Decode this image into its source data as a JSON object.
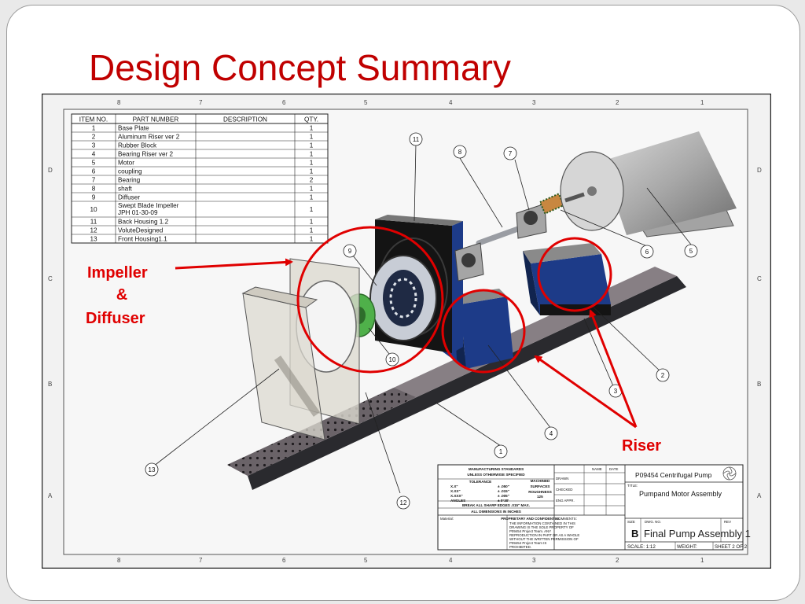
{
  "slide": {
    "title": "Design Concept Summary",
    "accent_color": "#c00000",
    "arrow_color": "#e00000"
  },
  "annotations": {
    "impeller_line1": "Impeller",
    "impeller_line2": "&",
    "impeller_line3": "Diffuser",
    "riser": "Riser"
  },
  "frame": {
    "top_zones": [
      "8",
      "7",
      "6",
      "5",
      "4",
      "3",
      "2",
      "1"
    ],
    "bottom_zones": [
      "8",
      "7",
      "6",
      "5",
      "4",
      "3",
      "2",
      "1"
    ],
    "left_zones": [
      "D",
      "C",
      "B",
      "A"
    ],
    "right_zones": [
      "D",
      "C",
      "B",
      "A"
    ]
  },
  "bom": {
    "headers": [
      "ITEM NO.",
      "PART NUMBER",
      "DESCRIPTION",
      "QTY."
    ],
    "rows": [
      {
        "item": "1",
        "part": "Base Plate",
        "qty": "1"
      },
      {
        "item": "2",
        "part": "Aluminum Riser ver 2",
        "qty": "1"
      },
      {
        "item": "3",
        "part": "Rubber Block",
        "qty": "1"
      },
      {
        "item": "4",
        "part": "Bearing Riser ver 2",
        "qty": "1"
      },
      {
        "item": "5",
        "part": "Motor",
        "qty": "1"
      },
      {
        "item": "6",
        "part": "coupling",
        "qty": "1"
      },
      {
        "item": "7",
        "part": "Bearing",
        "qty": "2"
      },
      {
        "item": "8",
        "part": "shaft",
        "qty": "1"
      },
      {
        "item": "9",
        "part": "Diffuser",
        "qty": "1"
      },
      {
        "item": "10",
        "part": "Swept Blade Impeller",
        "part2": "JPH 01-30-09",
        "qty": "1"
      },
      {
        "item": "11",
        "part": "Back Housing 1.2",
        "qty": "1"
      },
      {
        "item": "12",
        "part": "VoluteDesigned",
        "qty": "1"
      },
      {
        "item": "13",
        "part": "Front Housing1.1",
        "qty": "1"
      }
    ]
  },
  "balloons": [
    "1",
    "2",
    "3",
    "4",
    "5",
    "6",
    "7",
    "8",
    "9",
    "10",
    "11",
    "12",
    "13"
  ],
  "title_block": {
    "std_title": "MANUFACTURING STANDARDS",
    "std_sub": "UNLESS OTHERWISE SPECIFIED",
    "tolerance": "TOLERANCE",
    "machined": "MACHINED",
    "surfaces": "SURFACES",
    "roughness": "ROUGHNESS",
    "tol_rows": [
      {
        "k": "X.X\"",
        "v": "± .050\""
      },
      {
        "k": "X.XX\"",
        "v": "± .015\""
      },
      {
        "k": "X.XXX\"",
        "v": "± .005\""
      },
      {
        "k": "ANGLES",
        "v": "± 0°30'"
      }
    ],
    "roughness_value": "125",
    "break_edges": "BREAK ALL SHARP EDGES .015\" MAX.",
    "dims_inches": "ALL DIMENSIONS IN INCHES",
    "material_label": "Material:",
    "proprietary_title": "PROPRIETARY AND CONFIDENTIAL",
    "proprietary_lines": [
      "THE INFORMATION CONTAINED IN THIS",
      "DRAWING IS THE SOLE PROPERTY OF",
      "P09454 Project Team. ANY",
      "REPRODUCTION IN PART OR AS A WHOLE",
      "WITHOUT THE WRITTEN PERMISSION OF",
      "P09454 Project Team IS",
      "PROHIBITED."
    ],
    "name_col": "NAME",
    "date_col": "DATE",
    "drawn": "DRAWN",
    "checked": "CHECKED",
    "eng_appr": "ENG APPR.",
    "comments": "COMMENTS:",
    "project": "P09454 Centrifugal Pump",
    "title_label": "TITLE:",
    "drawing_title": "Pumpand Motor Assembly",
    "size_label": "SIZE",
    "size_value": "B",
    "dwg_label": "DWG. NO.",
    "rev_label": "REV",
    "dwg_no": "Final Pump Assembly 1",
    "scale": "SCALE: 1:12",
    "weight": "WEIGHT:",
    "sheet": "SHEET 2 OF 2"
  }
}
